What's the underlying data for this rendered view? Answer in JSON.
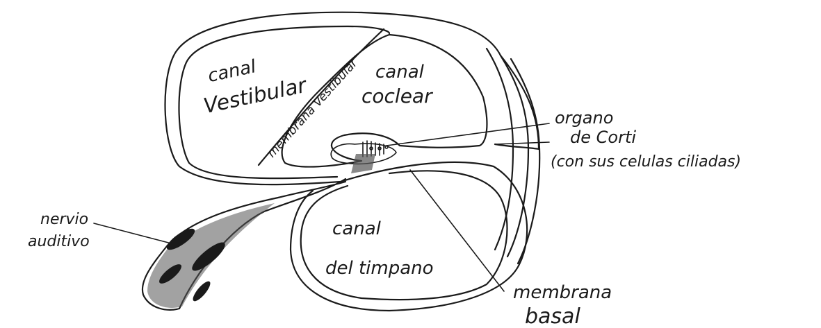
{
  "labels": {
    "canal_vestibular_1": "canal",
    "canal_vestibular_2": "Vestibular",
    "membrana_vestibular": "membrana Vestibular",
    "canal_coclear_1": "canal",
    "canal_coclear_2": "coclear",
    "organo_1": "organo",
    "organo_2": "de Corti",
    "organo_3": "(con sus celulas ciliadas)",
    "nervio_1": "nervio",
    "nervio_2": "auditivo",
    "canal_timpano_1": "canal",
    "canal_timpano_2": "del timpano",
    "membrana_basal_1": "membrana",
    "membrana_basal_2": "basal"
  },
  "colors": {
    "ink": "#1a1a1a",
    "shading": "#555555"
  }
}
